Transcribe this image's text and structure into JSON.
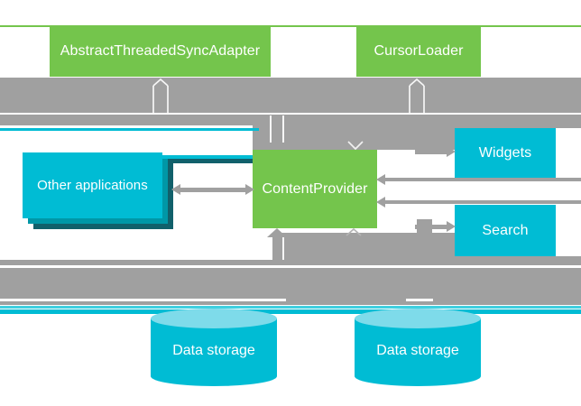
{
  "nodes": {
    "sync_adapter": "AbstractThreadedSyncAdapter",
    "cursor_loader": "CursorLoader",
    "other_applications": "Other applications",
    "content_provider": "ContentProvider",
    "widgets": "Widgets",
    "search": "Search",
    "data_storage_1": "Data storage",
    "data_storage_2": "Data storage"
  },
  "colors": {
    "green": "#74c54c",
    "cyan": "#00bcd4",
    "cyan_mid": "#0097a7",
    "teal_dark": "#11606b",
    "cyl_top": "#7edbea",
    "gray": "#a0a0a0",
    "cyan_bright": "#3fd0e0",
    "text": "#ffffff"
  }
}
